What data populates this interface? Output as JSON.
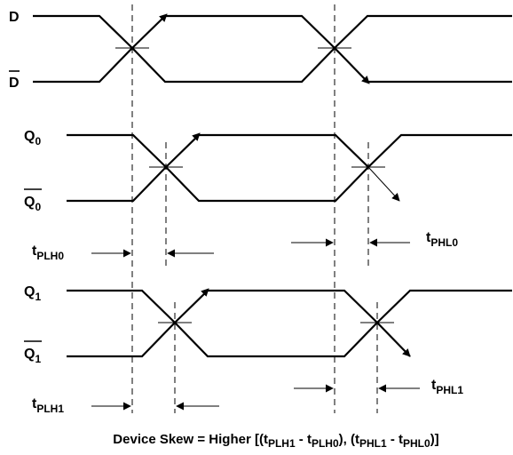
{
  "signals": {
    "d": {
      "name": "D"
    },
    "d_bar": {
      "name": "D"
    },
    "q0": {
      "name": "Q",
      "sub": "0"
    },
    "q0_bar": {
      "name": "Q",
      "sub": "0"
    },
    "q1": {
      "name": "Q",
      "sub": "1"
    },
    "q1_bar": {
      "name": "Q",
      "sub": "1"
    }
  },
  "timings": {
    "tplh0": {
      "t": "t",
      "sub": "PLH0"
    },
    "tphl0": {
      "t": "t",
      "sub": "PHL0"
    },
    "tplh1": {
      "t": "t",
      "sub": "PLH1"
    },
    "tphl1": {
      "t": "t",
      "sub": "PHL1"
    }
  },
  "caption": {
    "prefix": "Device Skew = Higher [(t",
    "s1": "PLH1",
    "m1": " - t",
    "s2": "PLH0",
    "m2": "), (t",
    "s3": "PHL1",
    "m3": " - t",
    "s4": "PHL0",
    "suffix": ")]"
  }
}
